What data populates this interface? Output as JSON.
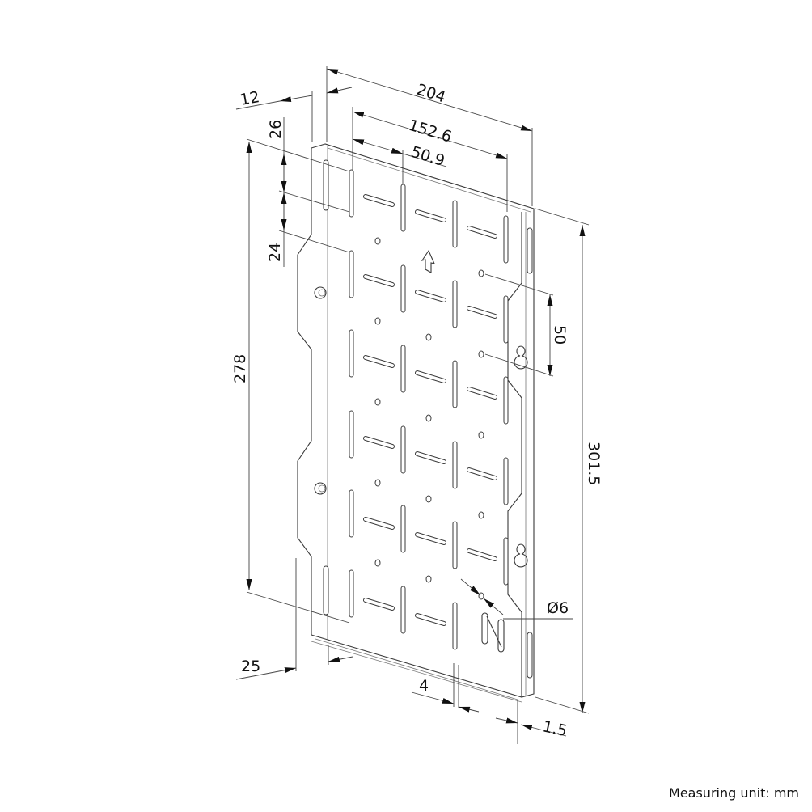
{
  "drawing": {
    "subject": "Mounting plate (isometric technical drawing)",
    "dimensions": {
      "overall_width": "204",
      "hole_span_width": "152.6",
      "slot_pitch": "50.9",
      "flange_depth_top": "12",
      "top_offset": "26",
      "row_pitch": "24",
      "inner_height": "278",
      "overall_height": "301.5",
      "keyhole_pitch": "50",
      "hole_diameter": "Ø6",
      "flange_depth_bottom": "25",
      "slot_width": "4",
      "material_thickness": "1.5"
    },
    "markings": {
      "arrow_symbol": "up-arrow",
      "logo_letter": "N"
    }
  },
  "footer": {
    "unit_label": "Measuring unit: mm"
  }
}
